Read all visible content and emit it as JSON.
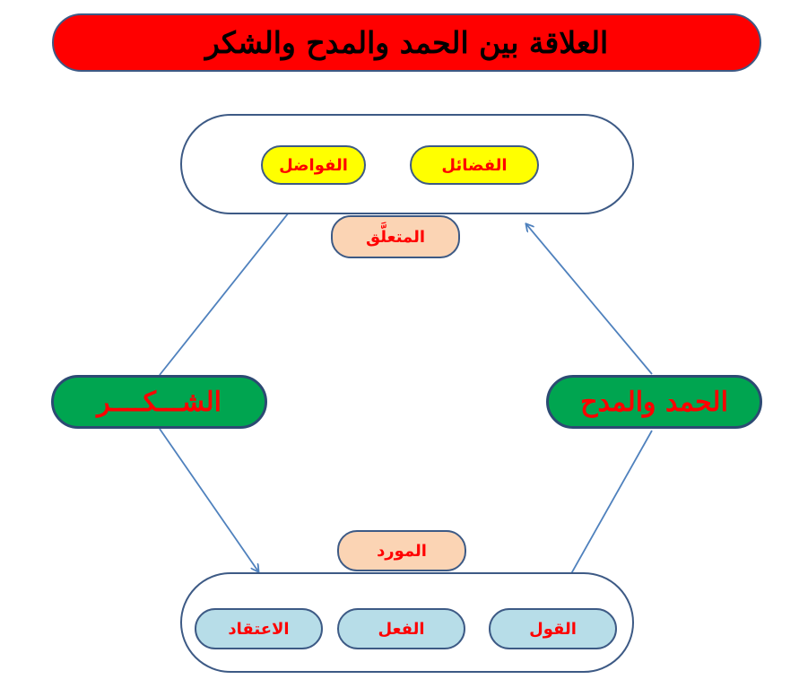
{
  "title": "العلاقة بين الحمد والمدح والشكر",
  "top_group": {
    "items": [
      "الفضائل",
      "الفواضل"
    ],
    "label": "المتعلَّق"
  },
  "bottom_group": {
    "items": [
      "القول",
      "الفعل",
      "الاعتقاد"
    ],
    "label": "المورد"
  },
  "left_node": "الشـــكــــر",
  "right_node": "الحمد والمدح",
  "colors": {
    "title_fill": "#ff0000",
    "node_fill": "#00a550",
    "top_item_fill": "#ffff00",
    "bottom_item_fill": "#b7dde8",
    "label_fill": "#fbd4b4",
    "text_red": "#ff0000",
    "border": "#3d5a85",
    "arrow": "#4f81bd"
  }
}
